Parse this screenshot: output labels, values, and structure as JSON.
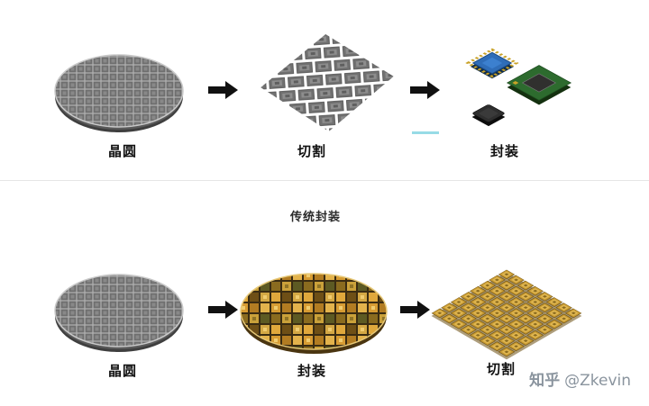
{
  "flows": [
    {
      "id": "traditional-packaging-flow",
      "stages": [
        {
          "label": "晶圆",
          "graphic": "gray-wafer"
        },
        {
          "label": "切割",
          "graphic": "diced-gray-dies"
        },
        {
          "label": "封装",
          "graphic": "packaged-chips"
        }
      ]
    },
    {
      "id": "wafer-level-packaging-flow",
      "stages": [
        {
          "label": "晶圆",
          "graphic": "gray-wafer"
        },
        {
          "label": "封装",
          "graphic": "gold-bumped-wafer"
        },
        {
          "label": "切割",
          "graphic": "diced-gold-dies"
        }
      ]
    }
  ],
  "caption": "传统封装",
  "watermark": {
    "brand": "知乎",
    "handle": "@Zkevin"
  },
  "icons": {
    "arrow": "right-arrow"
  },
  "colors": {
    "background": "#ffffff",
    "arrow": "#111111",
    "wafer_gray": "#717171",
    "wafer_gold": "#c89b33",
    "chip_blue": "#2f6db8",
    "chip_green": "#2d6b2e",
    "chip_black": "#2e2e2e",
    "teal_accent": "#97dbe6",
    "label_text": "#111111",
    "watermark_text": "#8a949e"
  }
}
